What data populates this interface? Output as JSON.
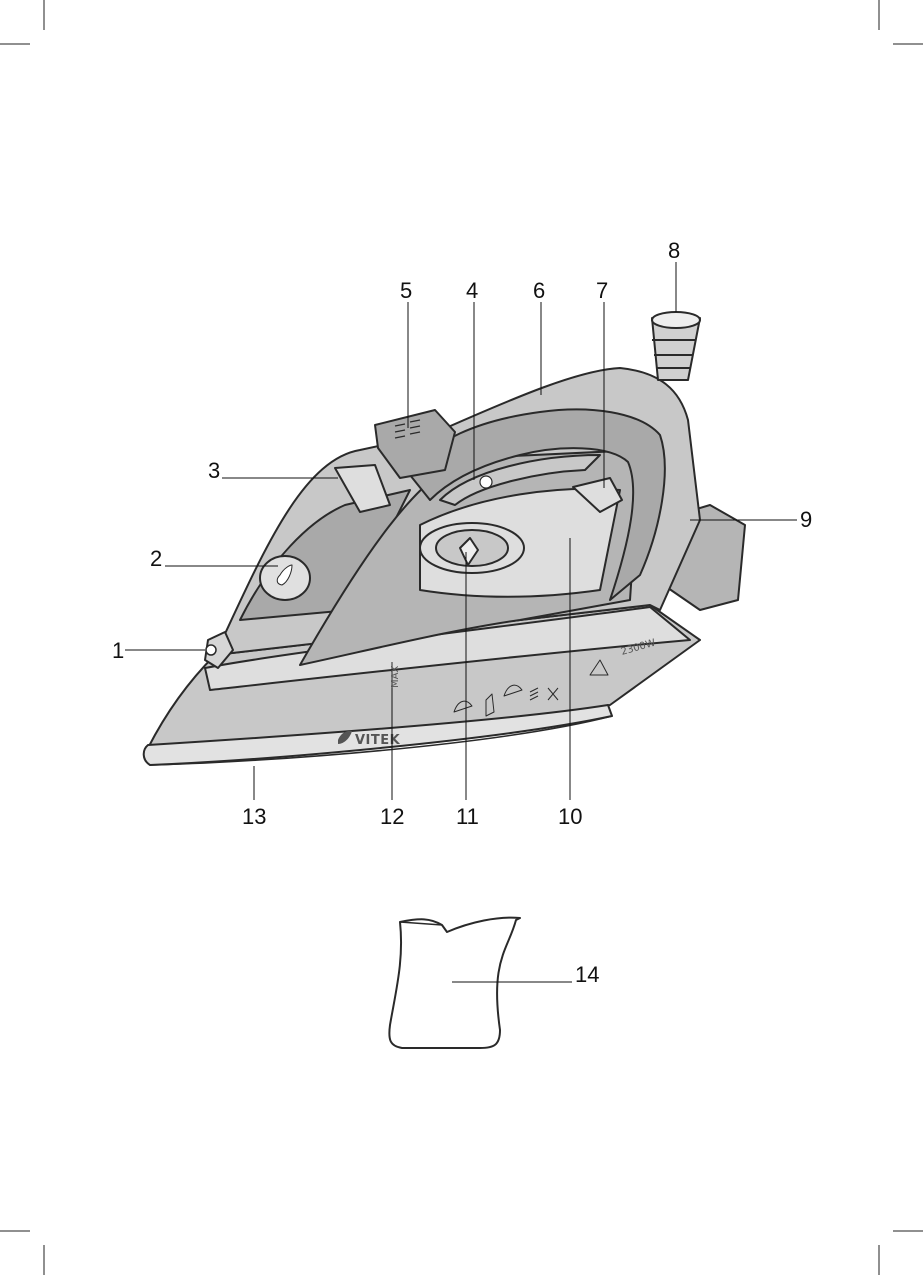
{
  "diagram": {
    "callouts": [
      {
        "id": "1",
        "label": "1"
      },
      {
        "id": "2",
        "label": "2"
      },
      {
        "id": "3",
        "label": "3"
      },
      {
        "id": "4",
        "label": "4"
      },
      {
        "id": "5",
        "label": "5"
      },
      {
        "id": "6",
        "label": "6"
      },
      {
        "id": "7",
        "label": "7"
      },
      {
        "id": "8",
        "label": "8"
      },
      {
        "id": "9",
        "label": "9"
      },
      {
        "id": "10",
        "label": "10"
      },
      {
        "id": "11",
        "label": "11"
      },
      {
        "id": "12",
        "label": "12"
      },
      {
        "id": "13",
        "label": "13"
      },
      {
        "id": "14",
        "label": "14"
      }
    ],
    "markings": {
      "brand": "VITEK",
      "power": "2300W",
      "max": "MAX"
    },
    "colors": {
      "body": "#c8c8c8",
      "body_dark": "#a9a9a9",
      "body_light": "#dedede",
      "panel": "#b5b5b5",
      "outline": "#2a2a2a"
    }
  }
}
